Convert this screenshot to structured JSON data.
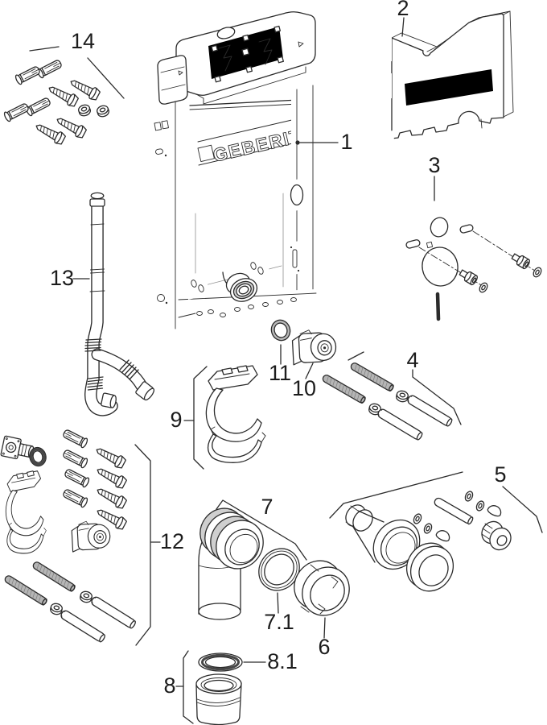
{
  "diagram": {
    "brand_text": "GEBERIT",
    "labels": {
      "p1": "1",
      "p2": "2",
      "p3": "3",
      "p4": "4",
      "p5": "5",
      "p6": "6",
      "p7": "7",
      "p7_1": "7.1",
      "p8": "8",
      "p8_1": "8.1",
      "p9": "9",
      "p10": "10",
      "p11": "11",
      "p12": "12",
      "p13": "13",
      "p14": "14"
    },
    "colors": {
      "line": "#2b2b2b",
      "shade": "#cfcfcf",
      "rod_fill": "#b5b5b5",
      "seal_ring": "#474747",
      "background": "#ffffff"
    }
  }
}
